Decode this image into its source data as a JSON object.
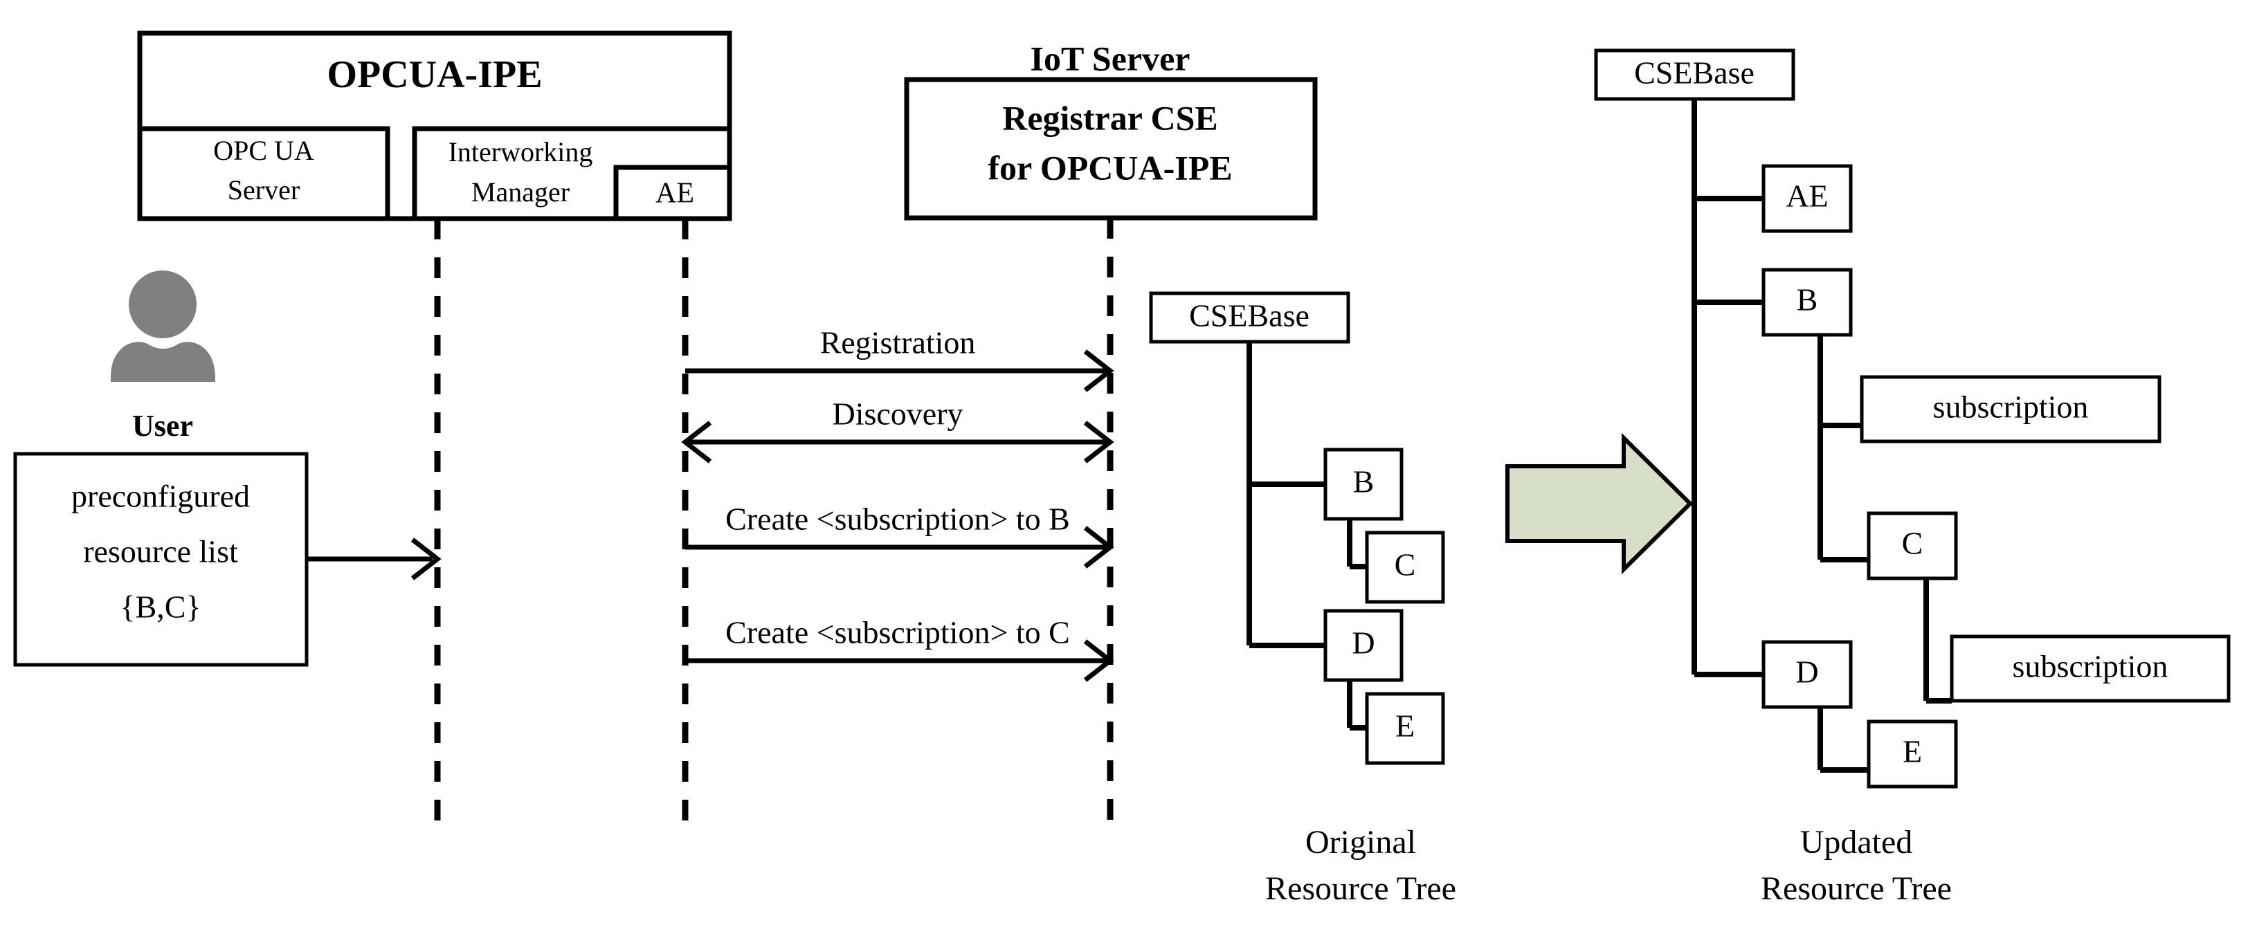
{
  "diagram": {
    "title": "OPCUA-IPE interworking sequence and oneM2M resource tree update",
    "colors": {
      "stroke": "#000000",
      "background": "#ffffff",
      "user_icon": "#808080",
      "transform_arrow_fill": "#D8DFC6"
    },
    "left_system": {
      "name": "OPCUA-IPE",
      "components": [
        {
          "name": "OPC UA Server",
          "lines": [
            "OPC UA",
            "Server"
          ]
        },
        {
          "name": "Interworking Manager",
          "lines": [
            "Interworking",
            "Manager"
          ]
        },
        {
          "name": "AE",
          "lines": [
            "AE"
          ]
        }
      ]
    },
    "right_system": {
      "name": "IoT Server",
      "box_lines": [
        "Registrar CSE",
        "for OPCUA-IPE"
      ]
    },
    "actor": {
      "label": "User",
      "icon": "user-avatar-icon"
    },
    "input_box": {
      "lines": [
        "preconfigured",
        "resource list",
        "{B,C}"
      ]
    },
    "messages": [
      {
        "label": "Registration",
        "direction": "right",
        "from": "AE",
        "to": "Registrar CSE"
      },
      {
        "label": "Discovery",
        "direction": "both",
        "from": "AE",
        "to": "Registrar CSE"
      },
      {
        "label": "Create <subscription> to B",
        "direction": "right",
        "from": "AE",
        "to": "Registrar CSE"
      },
      {
        "label": "Create <subscription> to C",
        "direction": "right",
        "from": "AE",
        "to": "Registrar CSE"
      }
    ],
    "original_tree": {
      "caption_lines": [
        "Original",
        "Resource Tree"
      ],
      "root": "CSEBase",
      "nodes": [
        "B",
        "C",
        "D",
        "E"
      ]
    },
    "updated_tree": {
      "caption_lines": [
        "Updated",
        "Resource Tree"
      ],
      "root": "CSEBase",
      "nodes": [
        "AE",
        "B",
        "subscription",
        "C",
        "subscription",
        "D",
        "E"
      ]
    },
    "transform_arrow": {
      "name": "transform-arrow",
      "direction": "right"
    }
  }
}
